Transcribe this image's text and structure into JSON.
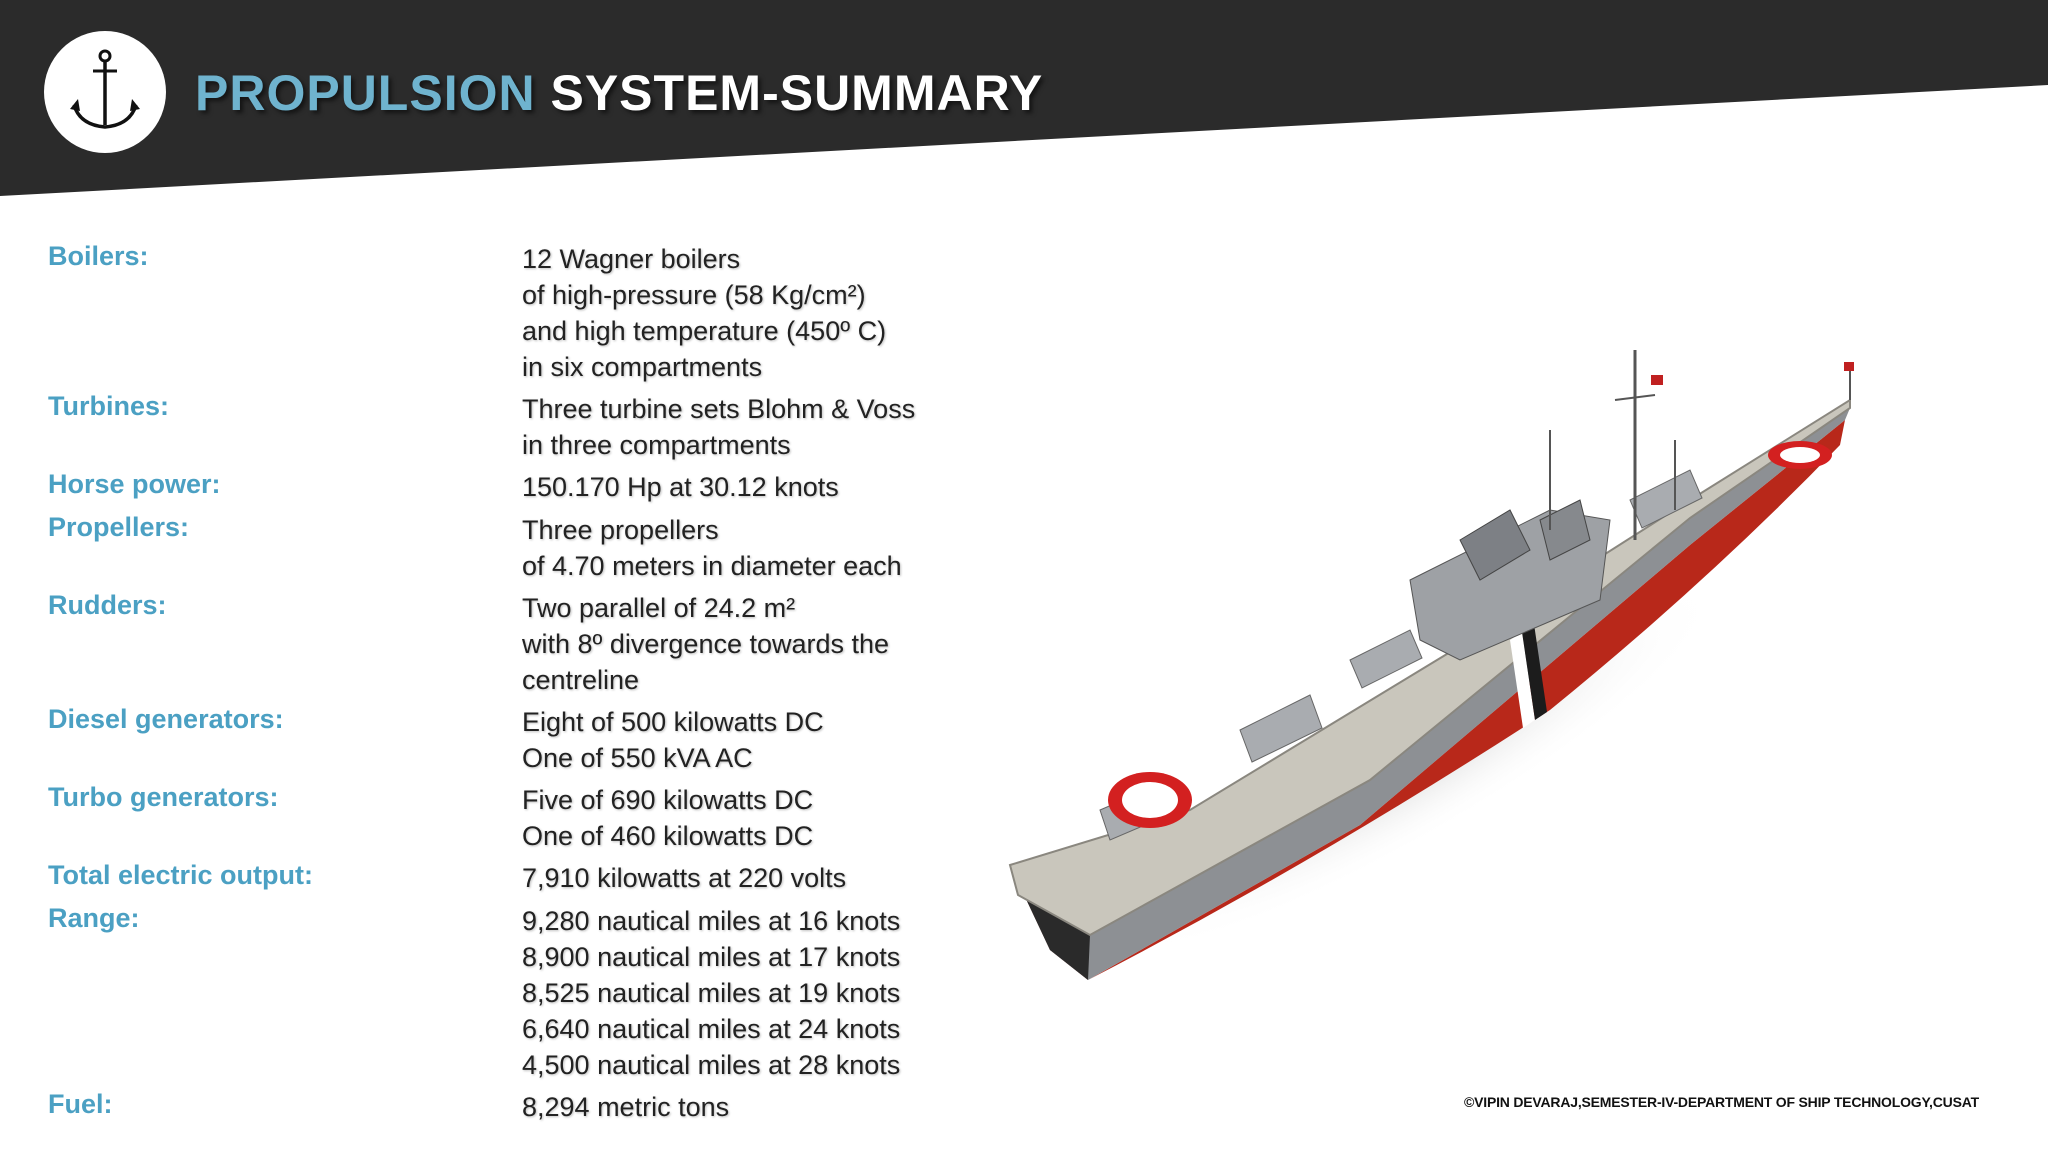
{
  "header": {
    "title_accent": "PROPULSION",
    "title_rest": " SYSTEM-SUMMARY",
    "background": "#2b2b2b",
    "accent_color": "#6fb3ce",
    "logo_icon": "anchor-icon"
  },
  "specs": [
    {
      "label": "Boilers:",
      "lines": [
        "12 Wagner boilers",
        "of high-pressure (58 Kg/cm²)",
        "and high temperature (450º C)",
        "in six compartments"
      ]
    },
    {
      "label": "Turbines:",
      "lines": [
        "Three turbine sets Blohm & Voss",
        "in three compartments"
      ]
    },
    {
      "label": "Horse power:",
      "lines": [
        "150.170 Hp at 30.12 knots"
      ]
    },
    {
      "label": "Propellers:",
      "lines": [
        "Three propellers",
        "of 4.70 meters in diameter each"
      ]
    },
    {
      "label": "Rudders:",
      "lines": [
        "Two parallel of 24.2 m²",
        "with 8º divergence towards the",
        "centreline"
      ]
    },
    {
      "label": "Diesel generators:",
      "lines": [
        "Eight of 500 kilowatts DC",
        "One of 550 kVA AC"
      ]
    },
    {
      "label": "Turbo generators:",
      "lines": [
        "Five of 690 kilowatts DC",
        "One of 460 kilowatts DC"
      ]
    },
    {
      "label": "Total electric output:",
      "lines": [
        "7,910 kilowatts at 220 volts"
      ]
    },
    {
      "label": "Range:",
      "lines": [
        "9,280 nautical miles at 16 knots",
        "8,900 nautical miles at 17 knots",
        "8,525 nautical miles at 19 knots",
        "6,640 nautical miles at 24 knots",
        "4,500 nautical miles at 28 knots"
      ]
    },
    {
      "label": "Fuel:",
      "lines": [
        "8,294 metric tons"
      ]
    }
  ],
  "credit": "©VIPIN DEVARAJ,SEMESTER-IV-DEPARTMENT OF SHIP TECHNOLOGY,CUSAT"
}
